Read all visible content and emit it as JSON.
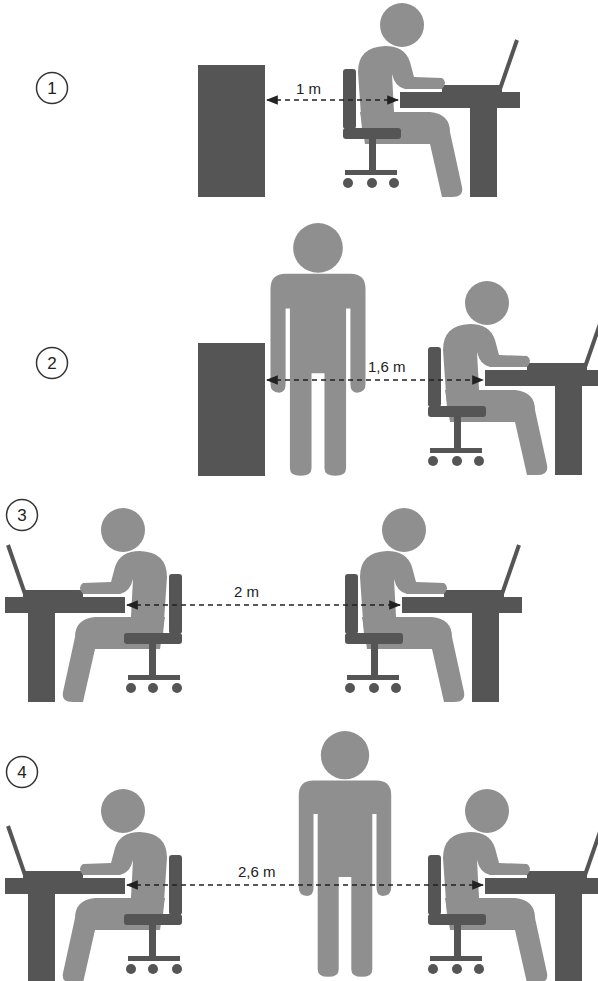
{
  "diagram": {
    "nodes": [
      {
        "text": [
          "1"
        ]
      },
      {
        "text": [
          "2"
        ]
      },
      {
        "text": [
          "3"
        ]
      },
      {
        "text": [
          "4"
        ]
      }
    ],
    "labels": [
      "1 m",
      "1,6 m",
      "2 m",
      "2,6 m"
    ]
  }
}
